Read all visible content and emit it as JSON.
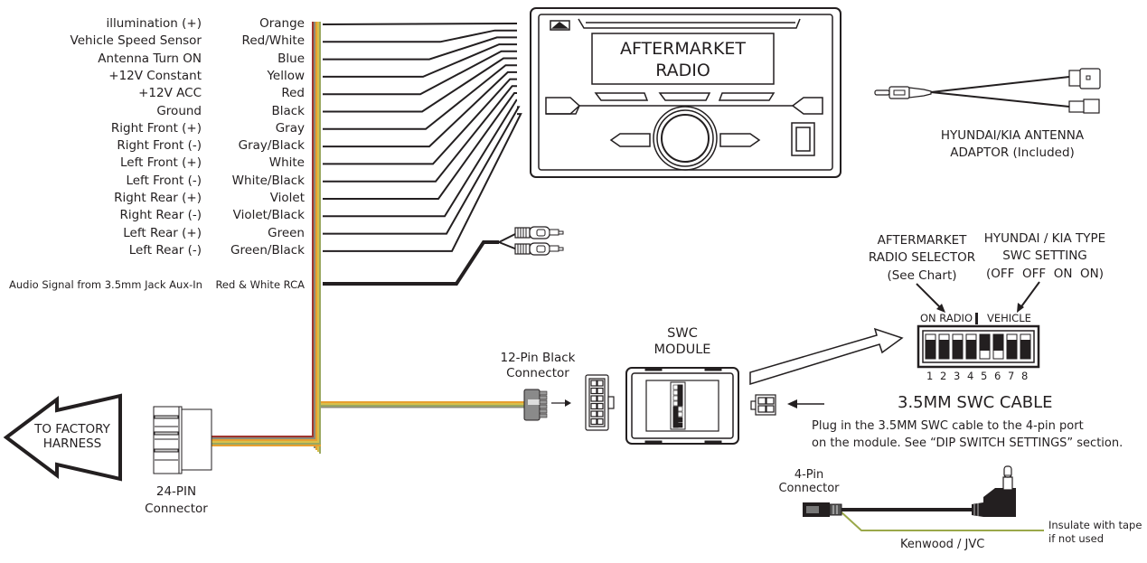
{
  "wire_table": {
    "rows": [
      {
        "function": "illumination (+)",
        "color": "Orange"
      },
      {
        "function": "Vehicle Speed Sensor",
        "color": "Red/White"
      },
      {
        "function": "Antenna Turn ON",
        "color": "Blue"
      },
      {
        "function": "+12V Constant",
        "color": "Yellow"
      },
      {
        "function": "+12V ACC",
        "color": "Red"
      },
      {
        "function": "Ground",
        "color": "Black"
      },
      {
        "function": "Right Front (+)",
        "color": "Gray"
      },
      {
        "function": "Right Front (-)",
        "color": "Gray/Black"
      },
      {
        "function": "Left Front (+)",
        "color": "White"
      },
      {
        "function": "Left Front (-)",
        "color": "White/Black"
      },
      {
        "function": "Right Rear (+)",
        "color": "Violet"
      },
      {
        "function": "Right Rear (-)",
        "color": "Violet/Black"
      },
      {
        "function": "Left Rear (+)",
        "color": "Green"
      },
      {
        "function": "Left Rear (-)",
        "color": "Green/Black"
      }
    ],
    "aux": {
      "function": "Audio Signal from 3.5mm Jack Aux-In",
      "color": "Red & White RCA"
    }
  },
  "radio": {
    "line1": "AFTERMARKET",
    "line2": "RADIO"
  },
  "antenna_adaptor": {
    "line1": "HYUNDAI/KIA ANTENNA",
    "line2": "ADAPTOR (Included)"
  },
  "dip_switch": {
    "selector_label": {
      "line1": "AFTERMARKET",
      "line2": "RADIO SELECTOR",
      "line3": "(See Chart)"
    },
    "type_label": {
      "line1": "HYUNDAI / KIA TYPE",
      "line2": "SWC SETTING",
      "line3": "(OFF  OFF  ON  ON)"
    },
    "header_left": "ON RADIO",
    "header_right": "VEHICLE",
    "switches": [
      {
        "number": "1",
        "state": "on"
      },
      {
        "number": "2",
        "state": "on"
      },
      {
        "number": "3",
        "state": "on"
      },
      {
        "number": "4",
        "state": "on"
      },
      {
        "number": "5",
        "state": "off"
      },
      {
        "number": "6",
        "state": "off"
      },
      {
        "number": "7",
        "state": "on"
      },
      {
        "number": "8",
        "state": "on"
      }
    ]
  },
  "swc_module": {
    "line1": "SWC",
    "line2": "MODULE"
  },
  "connector_12pin": {
    "line1": "12-Pin Black",
    "line2": "Connector"
  },
  "swc_cable": {
    "title": "3.5MM SWC CABLE",
    "desc_line1": "Plug in the 3.5MM SWC cable to the 4-pin port",
    "desc_line2": "on the module. See “DIP SWITCH SETTINGS” section."
  },
  "factory_harness": {
    "line1": "TO FACTORY",
    "line2": "HARNESS"
  },
  "connector_24pin": {
    "line1": "24-PIN",
    "line2": "Connector"
  },
  "connector_4pin": {
    "line1": "4-Pin",
    "line2": "Connector"
  },
  "kenwood_wire": {
    "label": "Kenwood / JVC",
    "note_line1": "Insulate with tape",
    "note_line2": "if not used"
  },
  "colors": {
    "ink": "#231f20",
    "bundle_red": "#a0342e",
    "bundle_orange": "#e8a030",
    "bundle_yellow": "#d8c04a",
    "bundle_green": "#9aa860",
    "bundle_gray": "#8a8a7a",
    "kenwood_wire": "#9aa84a"
  }
}
